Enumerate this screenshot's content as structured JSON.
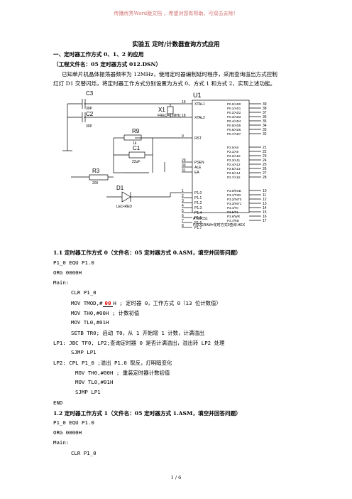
{
  "banner": "传播优秀Word版文档 ，希望对您有帮助，可双击去除！",
  "title": "实验五 定时/计数器查询方式应用",
  "section1_heading": "一、定时器工作方式 0、1、2 的应用",
  "project_file": "（工程文件名：05 定时器方式 012.DSN）",
  "intro_line1": "已知单片机晶体振荡器频率为 12MHz，使用定时器编制延时程序，采用查询溢出方式控制",
  "intro_line2": "红灯 D1 交替闪烁，将定时器工作方式分别设置为方式 0、方式 1 和方式 2，实现上述功能。",
  "circuit": {
    "c3": "C3",
    "c3_val": "30P",
    "c2": "C2",
    "c2_val": "30P",
    "x1": "X1",
    "x1_val": "FREQ=12MHz",
    "r9": "R9",
    "r9_val": "1k",
    "c1": "C1",
    "c1_val": "22uF",
    "r3": "R3",
    "r3_val": "200",
    "d1": "D1",
    "d1_val": "LED-RED",
    "u1": "U1",
    "chip_name": "AT89C51",
    "program": "PROGRAM=定时方式0查询.HEX",
    "left_pins": [
      {
        "num": "19",
        "name": "XTAL1"
      },
      {
        "num": "18",
        "name": "XTAL2"
      },
      {
        "num": "9",
        "name": "RST"
      },
      {
        "num": "29",
        "name": "PSEN"
      },
      {
        "num": "30",
        "name": "ALE"
      },
      {
        "num": "31",
        "name": "EA"
      },
      {
        "num": "1",
        "name": "P1.0"
      },
      {
        "num": "2",
        "name": "P1.1"
      },
      {
        "num": "3",
        "name": "P1.2"
      },
      {
        "num": "4",
        "name": "P1.3"
      },
      {
        "num": "5",
        "name": "P1.4"
      },
      {
        "num": "6",
        "name": "P1.5"
      },
      {
        "num": "7",
        "name": "P1.6"
      },
      {
        "num": "8",
        "name": "P1.7"
      }
    ],
    "right_pins": [
      {
        "num": "39",
        "name": "P0.0/AD0"
      },
      {
        "num": "38",
        "name": "P0.1/AD1"
      },
      {
        "num": "37",
        "name": "P0.2/AD2"
      },
      {
        "num": "36",
        "name": "P0.3/AD3"
      },
      {
        "num": "35",
        "name": "P0.4/AD4"
      },
      {
        "num": "34",
        "name": "P0.5/AD5"
      },
      {
        "num": "33",
        "name": "P0.6/AD6"
      },
      {
        "num": "32",
        "name": "P0.7/AD7"
      },
      {
        "num": "21",
        "name": "P2.0/A8"
      },
      {
        "num": "22",
        "name": "P2.1/A9"
      },
      {
        "num": "23",
        "name": "P2.2/A10"
      },
      {
        "num": "24",
        "name": "P2.3/A11"
      },
      {
        "num": "25",
        "name": "P2.4/A12"
      },
      {
        "num": "26",
        "name": "P2.5/A13"
      },
      {
        "num": "27",
        "name": "P2.6/A14"
      },
      {
        "num": "28",
        "name": "P2.7/A15"
      },
      {
        "num": "10",
        "name": "P3.0/RXD"
      },
      {
        "num": "11",
        "name": "P3.1/TXD"
      },
      {
        "num": "12",
        "name": "P3.2/INT0"
      },
      {
        "num": "13",
        "name": "P3.3/INT1"
      },
      {
        "num": "14",
        "name": "P3.4/T0"
      },
      {
        "num": "15",
        "name": "P3.5/T1"
      },
      {
        "num": "16",
        "name": "P3.6/WR"
      },
      {
        "num": "17",
        "name": "P3.7/RD"
      }
    ]
  },
  "sub1_heading": "1.1 定时器工作方式 0（文件名：05 定时器方式 0.ASM，填空并回答问题）",
  "code1": {
    "l1": "P1_0 EQU P1.0",
    "l2": "ORG  0000H",
    "l3": "Main:",
    "l4": "CLR P1_0",
    "l5a": "MOV  TMOD,#",
    "l5_blank": "00",
    "l5b": "H ; 定时器 0，工作方式 0（13 位计数值）",
    "l6": "MOV  TH0,#00H ; 计数初值",
    "l7": "MOV  TL0,#01H",
    "l8": "SETB  TR0; 启动 T0，从 1 开始增 1 计数，计满溢出",
    "l9": "LP1:  JBC TF0, LP2;查询定时器 0 是否计满溢出，溢出转 LP2 处理",
    "l10": "SJMP LP1",
    "l11": "LP2:  CPL P1_0        ;溢出 P1.0 取反，灯明暗变化",
    "l12": "MOV  TH0,#00H ; 重装定时器计数初值",
    "l13": "MOV  TL0,#01H",
    "l14": "SJMP LP1",
    "l15": "END"
  },
  "sub2_heading": "1.2 定时器工作方式 1（文件名：05 定时器方式 1.ASM，填空并回答问题）",
  "code2": {
    "l1": "P1_0 EQU P1.0",
    "l2": "ORG  0000H",
    "l3": "Main:",
    "l4": "CLR P1_0"
  },
  "footer": "1 / 6"
}
